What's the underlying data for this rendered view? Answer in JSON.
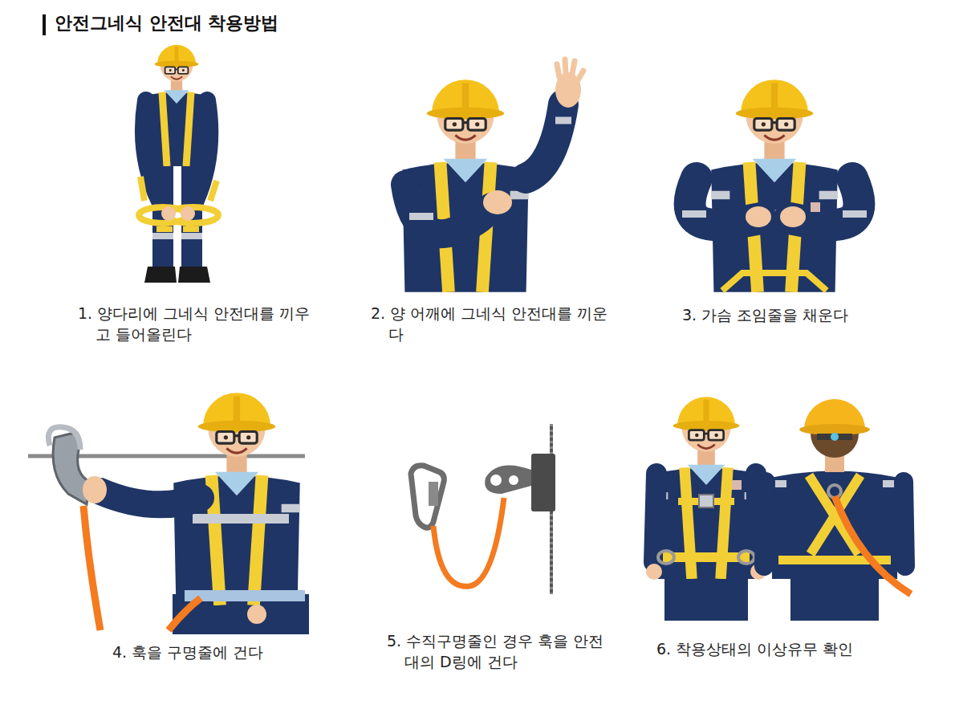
{
  "diagram": {
    "title": "안전그네식 안전대 착용방법",
    "labels": [
      "1. 양다리에 그네식 안전대를 끼우고 들어올린다",
      "2. 양 어깨에 그네식 안전대를 끼운다",
      "3. 가슴 조임줄을 채운다",
      "4. 훅을 구명줄에 건다",
      "5. 수직구명줄인 경우 훅을 안전대의 D링에 건다",
      "6. 착용상태의 이상유무 확인"
    ]
  }
}
